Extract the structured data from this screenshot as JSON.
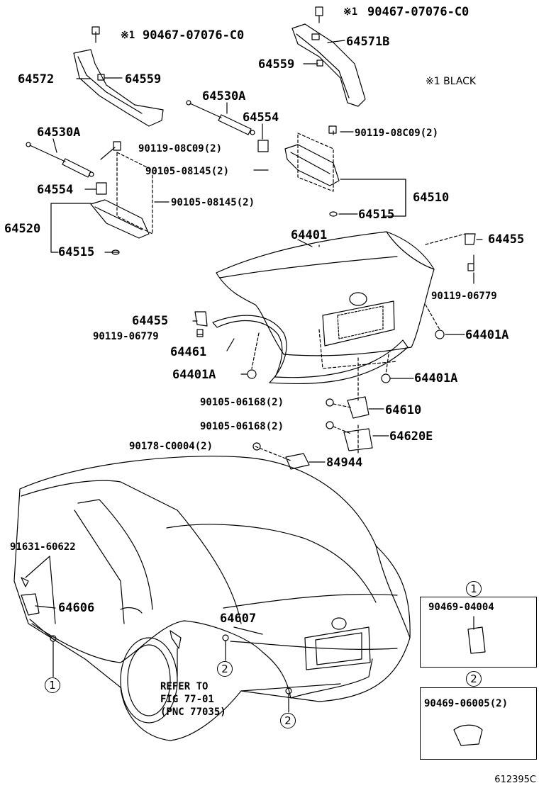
{
  "labels": {
    "p90467_right": "90467-07076-C0",
    "p90467_left": "90467-07076-C0",
    "mark_right": "※1",
    "mark_left": "※1",
    "p64571B": "64571B",
    "p64572": "64572",
    "p64559_left": "64559",
    "p64559_right": "64559",
    "note_black": "※1 BLACK",
    "p64530A_top": "64530A",
    "p64554_top": "64554",
    "p64530A_left": "64530A",
    "p90119_08C09_left": "90119-08C09(2)",
    "p90119_08C09_right": "90119-08C09(2)",
    "p90105_08145_top": "90105-08145(2)",
    "p64554_left": "64554",
    "p90105_08145_left": "90105-08145(2)",
    "p64510": "64510",
    "p64515_right": "64515",
    "p64520": "64520",
    "p64515_left": "64515",
    "p64401": "64401",
    "p64455_right": "64455",
    "p90119_06779_right": "90119-06779",
    "p64455_left": "64455",
    "p90119_06779_left": "90119-06779",
    "p64401A_right_top": "64401A",
    "p64461": "64461",
    "p64401A_left": "64401A",
    "p64401A_right_bottom": "64401A",
    "p90105_06168_a": "90105-06168(2)",
    "p64610": "64610",
    "p90105_06168_b": "90105-06168(2)",
    "p64620E": "64620E",
    "p90178_C0004": "90178-C0004(2)",
    "p84944": "84944",
    "p91631_60622": "91631-60622",
    "p64606": "64606",
    "p64607": "64607",
    "refer": "REFER TO\nFIG 77-01\n(PNC 77035)",
    "circle1": "1",
    "circle2": "2",
    "box1_part": "90469-04004",
    "box2_part": "90469-06005(2)",
    "figure_id": "612395C"
  }
}
